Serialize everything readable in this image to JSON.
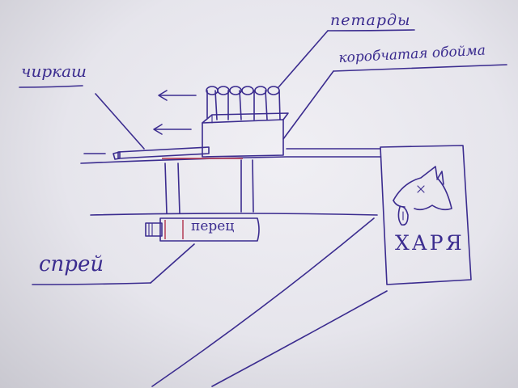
{
  "labels": {
    "firecrackers": "петарды",
    "corrugated_shell": "коробчатая обойма",
    "lighter": "чиркаш",
    "spray": "спрей",
    "pepper": "перец",
    "face": "ХАРЯ"
  },
  "colors": {
    "ink": "#3b2c8f",
    "accent": "#b0304a",
    "paper": "#ecebf0"
  }
}
